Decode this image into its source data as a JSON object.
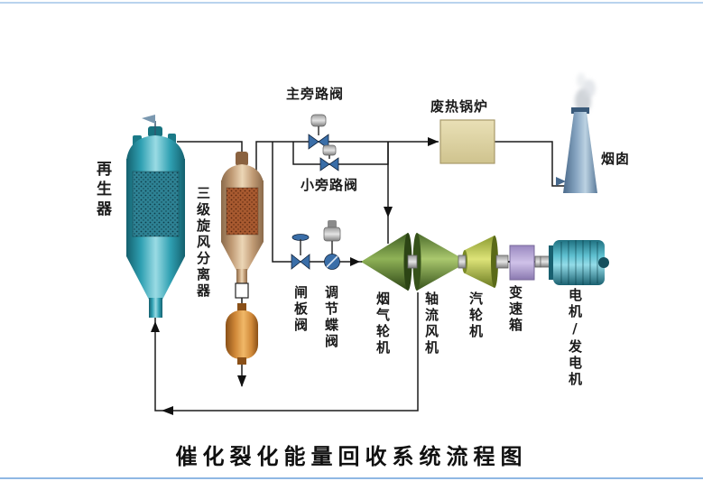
{
  "diagram": {
    "title": "催化裂化能量回收系统流程图",
    "equipment_labels": {
      "regenerator": "再生器",
      "cyclone_separator": "三级旋风分离器",
      "main_bypass_valve": "主旁路阀",
      "small_bypass_valve": "小旁路阀",
      "waste_heat_boiler": "废热锅炉",
      "chimney": "烟囱",
      "gate_valve": "闸板阀",
      "regulating_butterfly_valve": "调节蝶阀",
      "flue_gas_turbine": "烟气轮机",
      "axial_fan": "轴流风机",
      "steam_turbine": "汽轮机",
      "gearbox": "变速箱",
      "motor_generator": "电机/发电机"
    }
  },
  "colors": {
    "background": "#ffffff",
    "line_black": "#1b1b1b",
    "regenerator_teal": "#2e8294",
    "cyclone_tan": "#c09a74",
    "hopper_orange": "#d08838",
    "boiler_khaki": "#ddd3a3",
    "chimney_blue": "#8aa8c4",
    "flue_gas_turbine_green": "#6f9a3f",
    "axial_fan_green": "#8fb457",
    "steam_turbine_yellow_green": "#c2cf5e",
    "gearbox_purple": "#b9a9d9",
    "motor_teal": "#3fa9bd",
    "valve_blue": "#3a6ea8",
    "edge_line_blue": "#b9d3ee"
  }
}
